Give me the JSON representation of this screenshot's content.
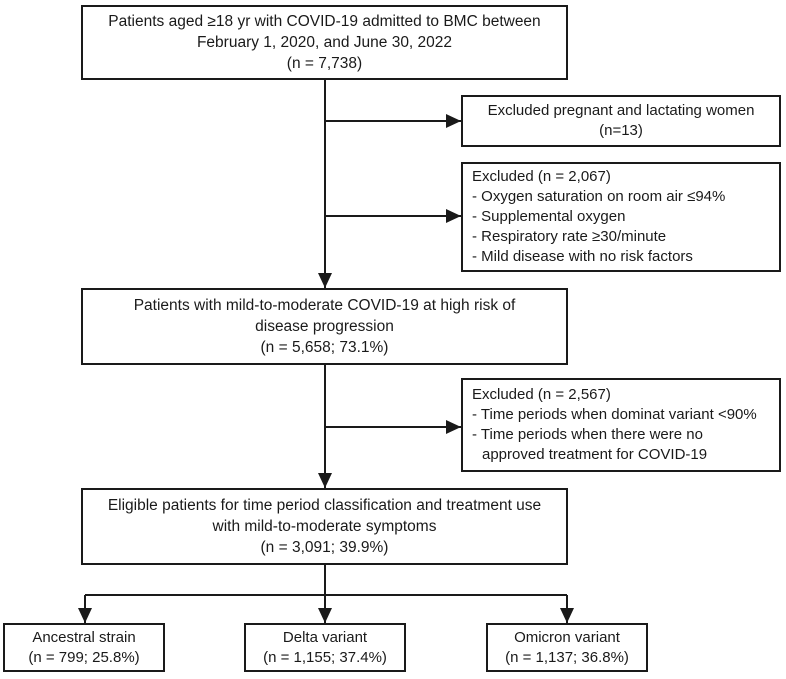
{
  "figure": {
    "type": "patient-flow-diagram",
    "background_color": "#ffffff",
    "line_color": "#1a1a1a",
    "boxes": {
      "admitted": {
        "lines": [
          "Patients aged ≥18 yr with COVID-19 admitted to BMC between",
          "February 1, 2020, and June 30, 2022",
          "(n = 7,738)"
        ]
      },
      "excluded_pregnant": {
        "lines": [
          "Excluded pregnant and lactating women",
          "(n=13)"
        ]
      },
      "excluded_severity": {
        "lines": [
          "Excluded (n = 2,067)",
          "- Oxygen saturation on room air ≤94%",
          "- Supplemental oxygen",
          "- Respiratory rate ≥30/minute",
          "- Mild disease with no risk factors"
        ]
      },
      "mild_moderate": {
        "lines": [
          "Patients with mild-to-moderate COVID-19 at high risk of",
          "disease progression",
          "(n = 5,658; 73.1%)"
        ]
      },
      "excluded_periods": {
        "lines": [
          "Excluded (n = 2,567)",
          "- Time periods when dominat variant <90%",
          "- Time periods when there were no",
          "approved treatment for COVID-19"
        ]
      },
      "eligible": {
        "lines": [
          "Eligible patients for time period classification and treatment use",
          "with mild-to-moderate symptoms",
          "(n = 3,091; 39.9%)"
        ]
      },
      "ancestral": {
        "lines": [
          "Ancestral strain",
          "(n = 799; 25.8%)"
        ]
      },
      "delta": {
        "lines": [
          "Delta variant",
          "(n = 1,155; 37.4%)"
        ]
      },
      "omicron": {
        "lines": [
          "Omicron variant",
          "(n = 1,137; 36.8%)"
        ]
      }
    }
  }
}
